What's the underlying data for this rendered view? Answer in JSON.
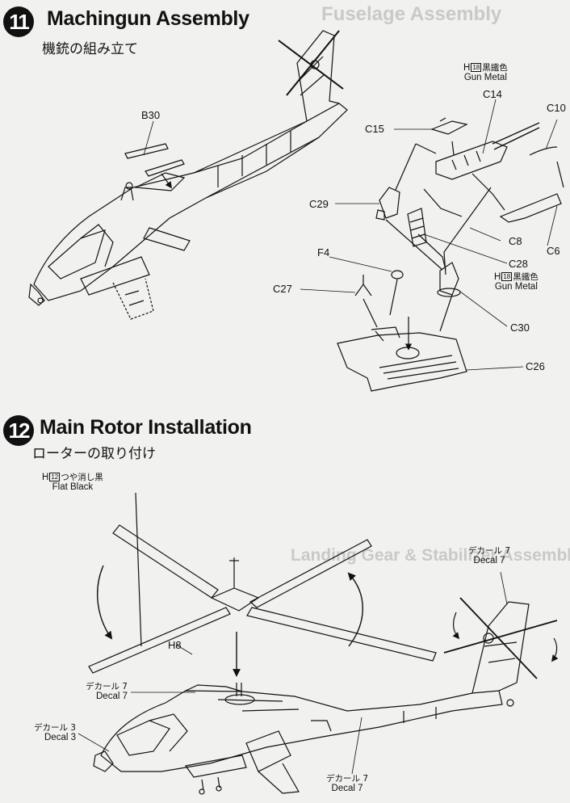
{
  "step11": {
    "number": "11",
    "title": "Machingun Assembly",
    "subtitle": "機銃の組み立て",
    "callouts": {
      "b30": "B30",
      "c15": "C15",
      "c14": "C14",
      "c10": "C10",
      "c29": "C29",
      "c8": "C8",
      "c6": "C6",
      "f4": "F4",
      "c28": "C28",
      "c27": "C27",
      "c30": "C30",
      "c26": "C26"
    },
    "paint_c14": {
      "code": "18",
      "jp": "黒鐵色",
      "en": "Gun Metal"
    },
    "paint_c28": {
      "code": "18",
      "jp": "黒鐵色",
      "en": "Gun Metal"
    }
  },
  "step12": {
    "number": "12",
    "title": "Main Rotor Installation",
    "subtitle": "ローターの取り付け",
    "paint_rotor": {
      "code": "12",
      "jp": "つや消し黒",
      "en": "Flat Black"
    },
    "callouts": {
      "h8": "H8"
    },
    "decals": {
      "tail": {
        "jp": "デカール 7",
        "en": "Decal 7"
      },
      "upper": {
        "jp": "デカール 7",
        "en": "Decal 7"
      },
      "nose": {
        "jp": "デカール 3",
        "en": "Decal 3"
      },
      "lower": {
        "jp": "デカール 7",
        "en": "Decal 7"
      }
    }
  },
  "show_through": {
    "title_a": "Fuselage Assembly",
    "title_b": "Landing Gear & Stabilizer Assembly"
  },
  "colors": {
    "ink": "#111111",
    "paper": "#f1f1ef",
    "ghost": "#c9c9c6"
  }
}
